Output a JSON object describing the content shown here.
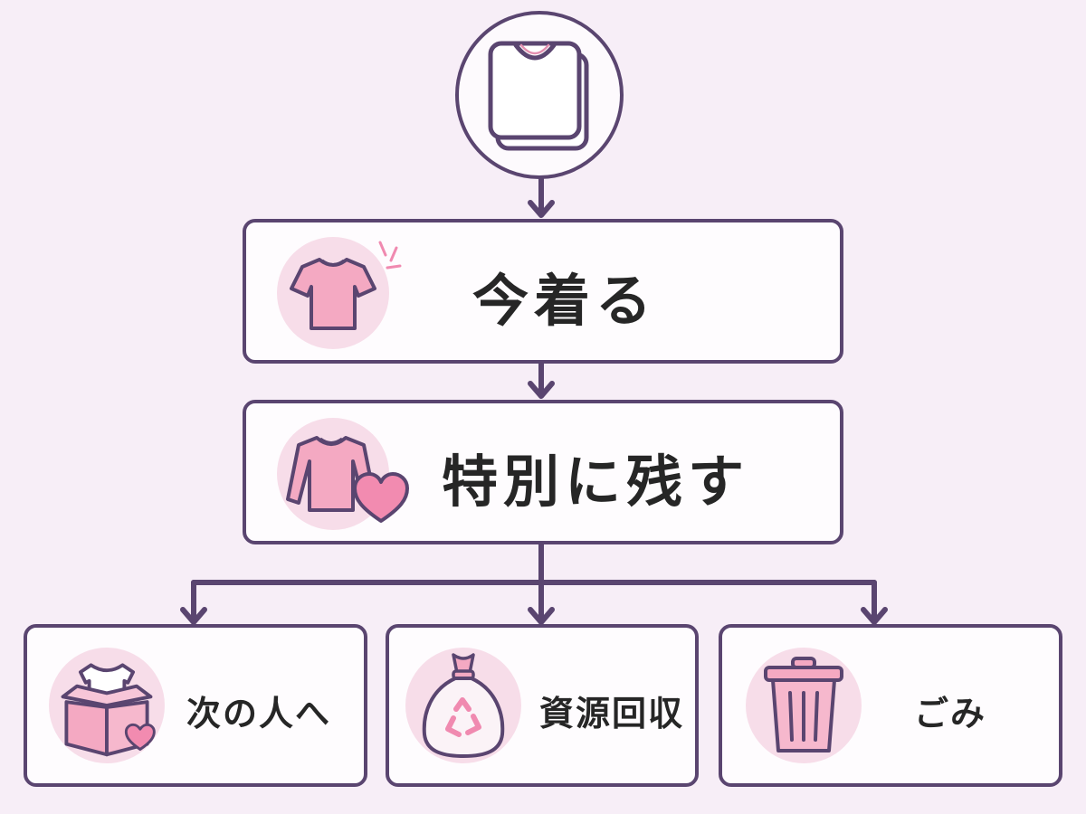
{
  "diagram": {
    "nodes": {
      "now": {
        "label": "今着る",
        "icon": "tshirt-icon"
      },
      "keep": {
        "label": "特別に残す",
        "icon": "sweater-heart-icon"
      },
      "next": {
        "label": "次の人へ",
        "icon": "donation-box-icon"
      },
      "recycle": {
        "label": "資源回収",
        "icon": "recycle-bag-icon"
      },
      "trash": {
        "label": "ごみ",
        "icon": "trash-can-icon"
      }
    },
    "root_icon": "folded-clothes-icon"
  },
  "colors": {
    "background": "#f7eef7",
    "stroke": "#5a4570",
    "accent_pink": "#f4a9c2",
    "icon_disc": "#f7dde9",
    "text": "#262626"
  }
}
